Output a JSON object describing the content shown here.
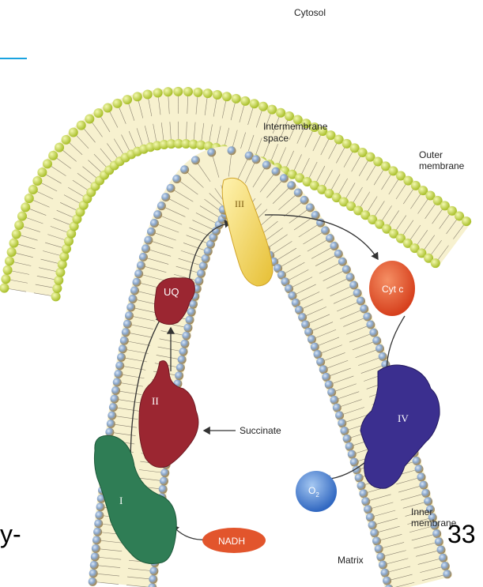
{
  "labels": {
    "cytosol": "Cytosol",
    "intermembrane_1": "Intermembrane",
    "intermembrane_2": "space",
    "outer_1": "Outer",
    "outer_2": "membrane",
    "inner_1": "Inner",
    "inner_2": "membrane",
    "matrix": "Matrix",
    "succinate": "Succinate",
    "nadh": "NADH",
    "uq": "UQ",
    "cytc": "Cyt c",
    "o2_main": "O",
    "o2_sub": "2",
    "complex_1": "I",
    "complex_2": "II",
    "complex_3": "III",
    "complex_4": "IV"
  },
  "slide": {
    "page_number": "33",
    "cut_text": "y-"
  },
  "colors": {
    "outer_bead": "#c9dc4a",
    "inner_bead": "#7f9ec9",
    "lipid_fill": "#f7f1cf",
    "complex_1": "#2f7d55",
    "complex_2": "#9b2631",
    "uq": "#9b2631",
    "complex_3": "#f2d65a",
    "cytc": "#e8532b",
    "complex_4": "#3b2f8f",
    "o2": "#4f86d6",
    "nadh": "#e2552c",
    "accent_line": "#1aa3e0"
  }
}
